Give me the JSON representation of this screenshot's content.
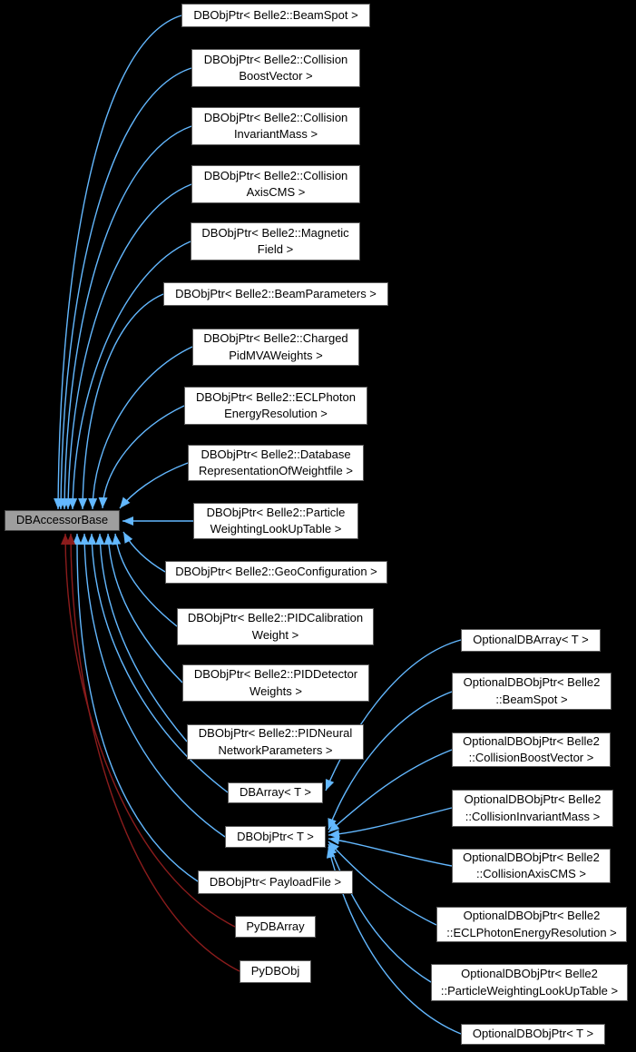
{
  "diagram": {
    "type": "class-inheritance-graph",
    "base_class": "DBAccessorBase",
    "colors": {
      "background": "#000000",
      "public_inheritance_arrow": "#63b8ff",
      "private_inheritance_arrow": "#8b1c1c",
      "node_fill": "#ffffff",
      "node_border": "#5a5a5a",
      "highlight_node_fill": "#9e9e9e",
      "highlight_node_border": "#474747",
      "node_text": "#000000"
    }
  },
  "nodes": [
    {
      "id": "dbaccessorbase",
      "label": "DBAccessorBase"
    },
    {
      "id": "dbobjptr-beamspot",
      "label": "DBObjPtr< Belle2::BeamSpot >"
    },
    {
      "id": "dbobjptr-collisionboostvector",
      "label": "DBObjPtr< Belle2::Collision BoostVector >"
    },
    {
      "id": "dbobjptr-collisioninvariantmass",
      "label": "DBObjPtr< Belle2::Collision InvariantMass >"
    },
    {
      "id": "dbobjptr-collisionaxiscms",
      "label": "DBObjPtr< Belle2::Collision AxisCMS >"
    },
    {
      "id": "dbobjptr-magneticfield",
      "label": "DBObjPtr< Belle2::Magnetic Field >"
    },
    {
      "id": "dbobjptr-beamparameters",
      "label": "DBObjPtr< Belle2::BeamParameters >"
    },
    {
      "id": "dbobjptr-chargedpidmvaweights",
      "label": "DBObjPtr< Belle2::Charged PidMVAWeights >"
    },
    {
      "id": "dbobjptr-eclphotonenergyresolution",
      "label": "DBObjPtr< Belle2::ECLPhoton EnergyResolution >"
    },
    {
      "id": "dbobjptr-databaserepresentationofweightfile",
      "label": "DBObjPtr< Belle2::Database RepresentationOfWeightfile >"
    },
    {
      "id": "dbobjptr-particleweightinglookuptable",
      "label": "DBObjPtr< Belle2::Particle WeightingLookUpTable >"
    },
    {
      "id": "dbobjptr-geoconfiguration",
      "label": "DBObjPtr< Belle2::GeoConfiguration >"
    },
    {
      "id": "dbobjptr-pidcalibrationweight",
      "label": "DBObjPtr< Belle2::PIDCalibration Weight >"
    },
    {
      "id": "dbobjptr-piddetectorweights",
      "label": "DBObjPtr< Belle2::PIDDetector Weights >"
    },
    {
      "id": "dbobjptr-pidneuralnetworkparameters",
      "label": "DBObjPtr< Belle2::PIDNeural NetworkParameters >"
    },
    {
      "id": "dbarray-t",
      "label": "DBArray< T >"
    },
    {
      "id": "dbobjptr-t",
      "label": "DBObjPtr< T >"
    },
    {
      "id": "dbobjptr-payloadfile",
      "label": "DBObjPtr< PayloadFile >"
    },
    {
      "id": "pydbarray",
      "label": "PyDBArray"
    },
    {
      "id": "pydbobj",
      "label": "PyDBObj"
    },
    {
      "id": "optionaldbarray-t",
      "label": "OptionalDBArray< T >"
    },
    {
      "id": "optionaldbobjptr-beamspot",
      "label": "OptionalDBObjPtr< Belle2 ::BeamSpot >"
    },
    {
      "id": "optionaldbobjptr-collisionboostvector",
      "label": "OptionalDBObjPtr< Belle2 ::CollisionBoostVector >"
    },
    {
      "id": "optionaldbobjptr-collisioninvariantmass",
      "label": "OptionalDBObjPtr< Belle2 ::CollisionInvariantMass >"
    },
    {
      "id": "optionaldbobjptr-collisionaxiscms",
      "label": "OptionalDBObjPtr< Belle2 ::CollisionAxisCMS >"
    },
    {
      "id": "optionaldbobjptr-eclphotonenergyresolution",
      "label": "OptionalDBObjPtr< Belle2 ::ECLPhotonEnergyResolution >"
    },
    {
      "id": "optionaldbobjptr-particleweightinglookuptable",
      "label": "OptionalDBObjPtr< Belle2 ::ParticleWeightingLookUpTable >"
    },
    {
      "id": "optionaldbobjptr-t",
      "label": "OptionalDBObjPtr< T >"
    }
  ],
  "edges": [
    {
      "from": "dbobjptr-beamspot",
      "to": "dbaccessorbase",
      "relation": "public-inheritance"
    },
    {
      "from": "dbobjptr-collisionboostvector",
      "to": "dbaccessorbase",
      "relation": "public-inheritance"
    },
    {
      "from": "dbobjptr-collisioninvariantmass",
      "to": "dbaccessorbase",
      "relation": "public-inheritance"
    },
    {
      "from": "dbobjptr-collisionaxiscms",
      "to": "dbaccessorbase",
      "relation": "public-inheritance"
    },
    {
      "from": "dbobjptr-magneticfield",
      "to": "dbaccessorbase",
      "relation": "public-inheritance"
    },
    {
      "from": "dbobjptr-beamparameters",
      "to": "dbaccessorbase",
      "relation": "public-inheritance"
    },
    {
      "from": "dbobjptr-chargedpidmvaweights",
      "to": "dbaccessorbase",
      "relation": "public-inheritance"
    },
    {
      "from": "dbobjptr-eclphotonenergyresolution",
      "to": "dbaccessorbase",
      "relation": "public-inheritance"
    },
    {
      "from": "dbobjptr-databaserepresentationofweightfile",
      "to": "dbaccessorbase",
      "relation": "public-inheritance"
    },
    {
      "from": "dbobjptr-particleweightinglookuptable",
      "to": "dbaccessorbase",
      "relation": "public-inheritance"
    },
    {
      "from": "dbobjptr-geoconfiguration",
      "to": "dbaccessorbase",
      "relation": "public-inheritance"
    },
    {
      "from": "dbobjptr-pidcalibrationweight",
      "to": "dbaccessorbase",
      "relation": "public-inheritance"
    },
    {
      "from": "dbobjptr-piddetectorweights",
      "to": "dbaccessorbase",
      "relation": "public-inheritance"
    },
    {
      "from": "dbobjptr-pidneuralnetworkparameters",
      "to": "dbaccessorbase",
      "relation": "public-inheritance"
    },
    {
      "from": "dbarray-t",
      "to": "dbaccessorbase",
      "relation": "public-inheritance"
    },
    {
      "from": "dbobjptr-t",
      "to": "dbaccessorbase",
      "relation": "public-inheritance"
    },
    {
      "from": "dbobjptr-payloadfile",
      "to": "dbaccessorbase",
      "relation": "public-inheritance"
    },
    {
      "from": "pydbarray",
      "to": "dbaccessorbase",
      "relation": "private-inheritance"
    },
    {
      "from": "pydbobj",
      "to": "dbaccessorbase",
      "relation": "private-inheritance"
    },
    {
      "from": "optionaldbarray-t",
      "to": "dbarray-t",
      "relation": "public-inheritance"
    },
    {
      "from": "optionaldbobjptr-beamspot",
      "to": "dbobjptr-t",
      "relation": "public-inheritance"
    },
    {
      "from": "optionaldbobjptr-collisionboostvector",
      "to": "dbobjptr-t",
      "relation": "public-inheritance"
    },
    {
      "from": "optionaldbobjptr-collisioninvariantmass",
      "to": "dbobjptr-t",
      "relation": "public-inheritance"
    },
    {
      "from": "optionaldbobjptr-collisionaxiscms",
      "to": "dbobjptr-t",
      "relation": "public-inheritance"
    },
    {
      "from": "optionaldbobjptr-eclphotonenergyresolution",
      "to": "dbobjptr-t",
      "relation": "public-inheritance"
    },
    {
      "from": "optionaldbobjptr-particleweightinglookuptable",
      "to": "dbobjptr-t",
      "relation": "public-inheritance"
    },
    {
      "from": "optionaldbobjptr-t",
      "to": "dbobjptr-t",
      "relation": "public-inheritance"
    }
  ]
}
